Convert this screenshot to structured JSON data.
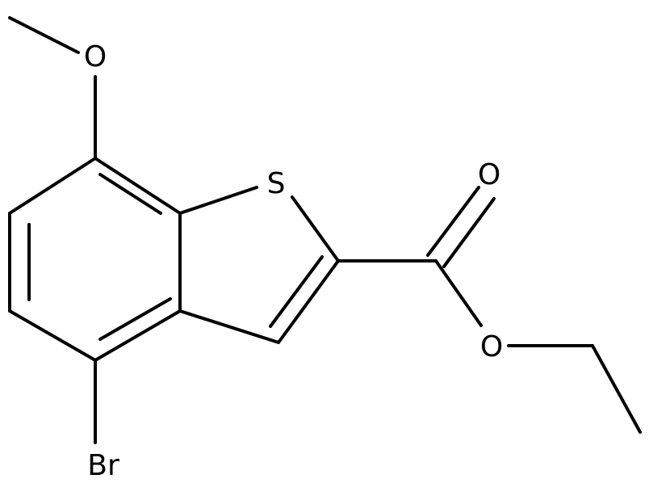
{
  "molecule": {
    "atoms": {
      "oxygen_methoxy": "O",
      "sulfur": "S",
      "oxygen_carbonyl": "O",
      "oxygen_ester": "O",
      "bromine": "Br"
    }
  },
  "colors": {
    "bond": "#000000",
    "label": "#000000",
    "background": "#ffffff"
  }
}
